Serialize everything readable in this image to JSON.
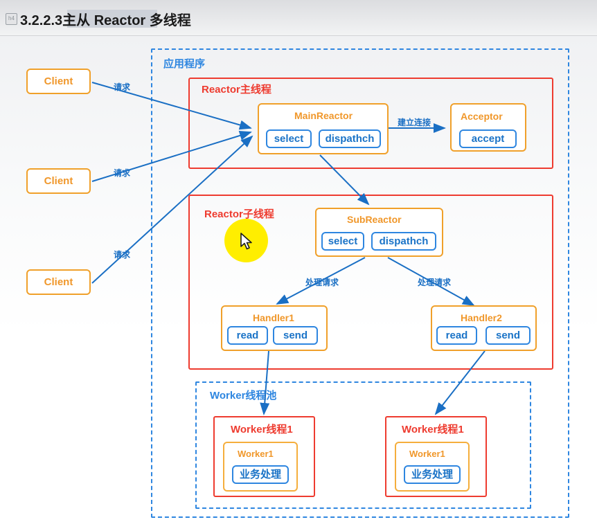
{
  "header": {
    "badge": "h4",
    "title": "3.2.2.3主从 Reactor 多线程",
    "selected_fragment": "主从 Reactor"
  },
  "diagram": {
    "clients": [
      {
        "label": "Client",
        "arrow_label": "请求"
      },
      {
        "label": "Client",
        "arrow_label": "请求"
      },
      {
        "label": "Client",
        "arrow_label": "请求"
      }
    ],
    "app_container": {
      "label": "应用程序"
    },
    "main_thread": {
      "label": "Reactor主线程",
      "main_reactor": {
        "title": "MainReactor",
        "actions": [
          "select",
          "dispathch"
        ]
      },
      "connect_arrow_label": "建立连接",
      "acceptor": {
        "title": "Acceptor",
        "actions": [
          "accept"
        ]
      }
    },
    "sub_thread": {
      "label": "Reactor子线程",
      "sub_reactor": {
        "title": "SubReactor",
        "actions": [
          "select",
          "dispathch"
        ]
      },
      "handler_arrow_labels": [
        "处理请求",
        "处理请求"
      ],
      "handlers": [
        {
          "title": "Handler1",
          "actions": [
            "read",
            "send"
          ]
        },
        {
          "title": "Handler2",
          "actions": [
            "read",
            "send"
          ]
        }
      ]
    },
    "worker_pool": {
      "label": "Worker线程池",
      "workers": [
        {
          "thread_label": "Worker线程1",
          "worker_label": "Worker1",
          "action": "业务处理"
        },
        {
          "thread_label": "Worker线程1",
          "worker_label": "Worker1",
          "action": "业务处理"
        }
      ]
    }
  },
  "colors": {
    "blue": "#2e86e0",
    "red": "#ee3b2f",
    "orange": "#f0a02a",
    "highlight": "#ffee00"
  }
}
